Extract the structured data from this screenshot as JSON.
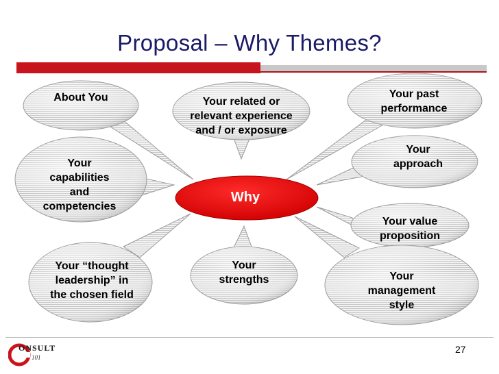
{
  "slide": {
    "title": "Proposal – Why Themes?",
    "page_number": "27"
  },
  "center": {
    "label": "Why"
  },
  "bubbles": [
    {
      "id": "about-you",
      "lines": [
        "About You"
      ]
    },
    {
      "id": "related-experience",
      "lines": [
        "Your related or",
        "relevant experience",
        "and / or exposure"
      ]
    },
    {
      "id": "past-performance",
      "lines": [
        "Your past",
        "performance"
      ]
    },
    {
      "id": "capabilities",
      "lines": [
        "Your",
        "capabilities",
        "and",
        "competencies"
      ]
    },
    {
      "id": "approach",
      "lines": [
        "Your",
        "approach"
      ]
    },
    {
      "id": "value-proposition",
      "lines": [
        "Your value",
        "proposition"
      ]
    },
    {
      "id": "thought-leadership",
      "lines": [
        "Your “thought",
        "leadership” in",
        "the chosen field"
      ]
    },
    {
      "id": "strengths",
      "lines": [
        "Your",
        "strengths"
      ]
    },
    {
      "id": "management-style",
      "lines": [
        "Your",
        "management",
        "style"
      ]
    }
  ],
  "logo": {
    "main": "ONSULT",
    "sub": "101"
  },
  "colors": {
    "accent_red": "#c8141c",
    "title_blue": "#1a1a66",
    "bubble_grey": "#d9d9d9"
  }
}
